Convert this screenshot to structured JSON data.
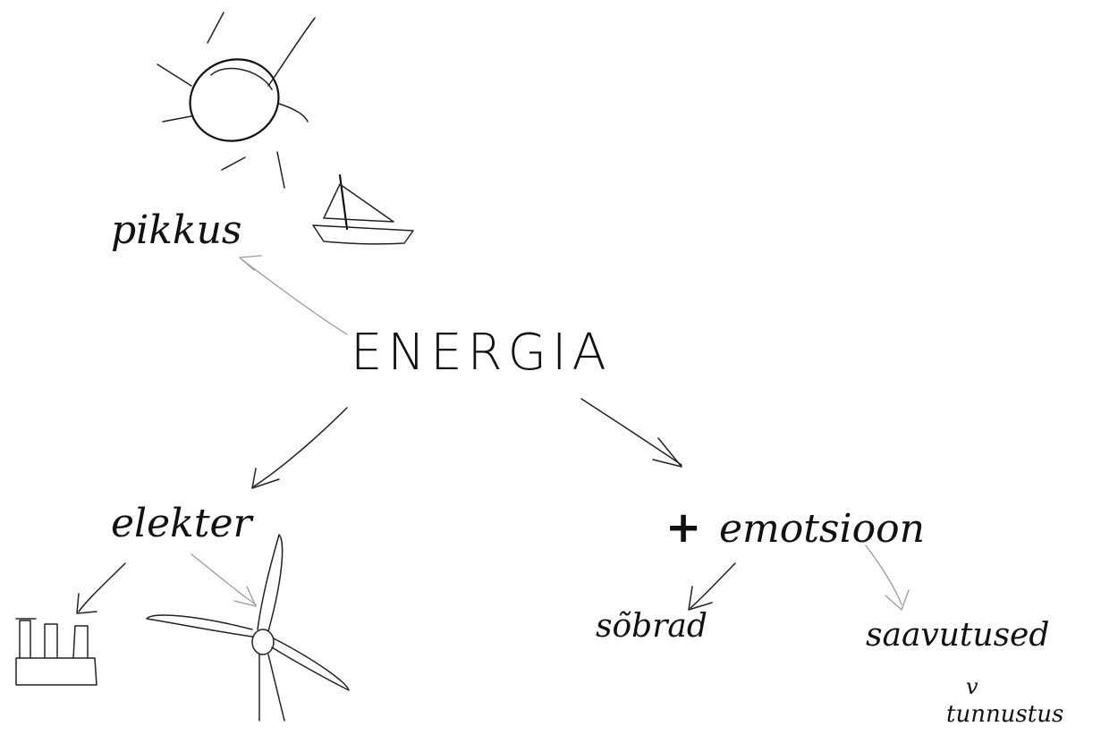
{
  "diagram": {
    "center_word": "ENERGIA",
    "top_left": {
      "word": "pikkus",
      "icons": [
        "sun-icon",
        "sailboat-icon"
      ]
    },
    "bottom_left": {
      "word": "elekter",
      "icons": [
        "factory-icon",
        "wind-turbine-icon"
      ]
    },
    "right": {
      "plus": "+",
      "word": "emotsioon",
      "children": [
        {
          "word": "sõbrad"
        },
        {
          "word": "saavutused",
          "sub_mark": "v",
          "sub_word": "tunnustus"
        }
      ]
    },
    "colors": {
      "ink": "#111111",
      "faint": "#9a9a9a",
      "background": "#ffffff"
    }
  }
}
